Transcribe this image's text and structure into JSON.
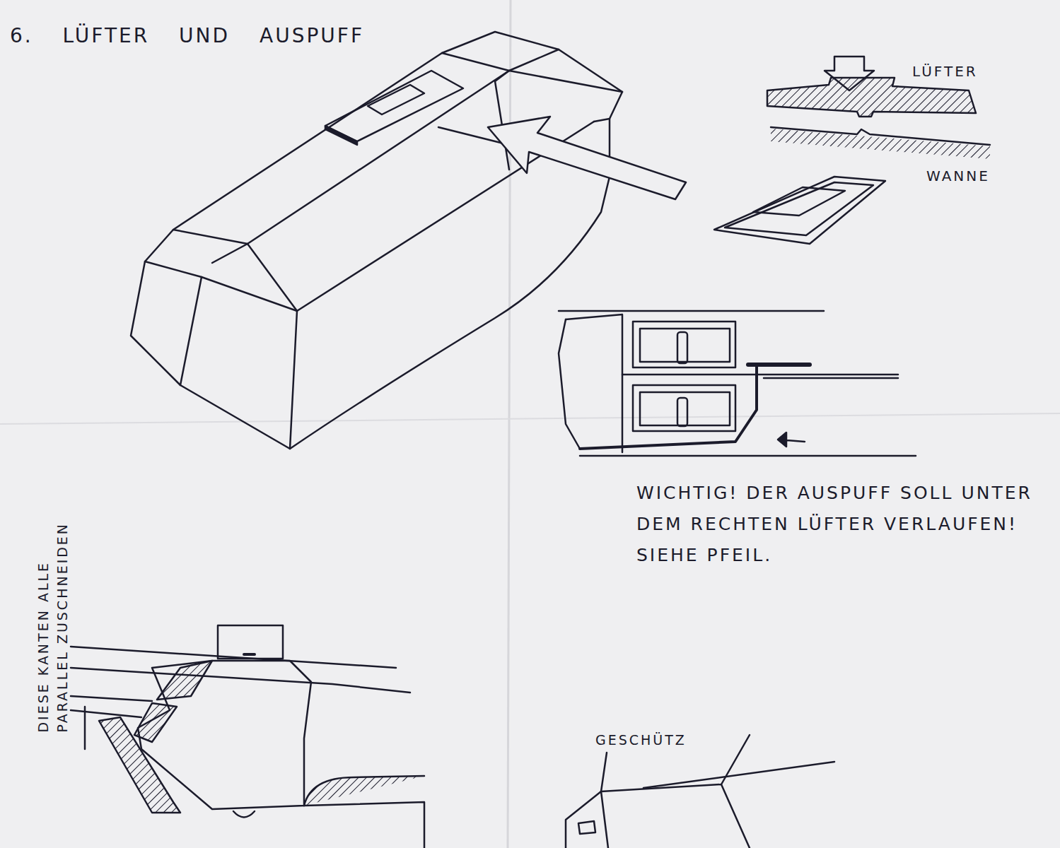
{
  "diagram": {
    "title": "6. LÜFTER UND AUSPUFF",
    "labels": [
      "LÜFTER",
      "WANNE",
      "WICHTIG! DER AUSPUFF SOLL UNTER DEM RECHTEN LÜFTER VERLAUFEN! SIEHE PFEIL.",
      "DIESE KANTEN ALLE PARALLEL ZUSCHNEIDEN",
      "GESCHÜTZ"
    ]
  }
}
